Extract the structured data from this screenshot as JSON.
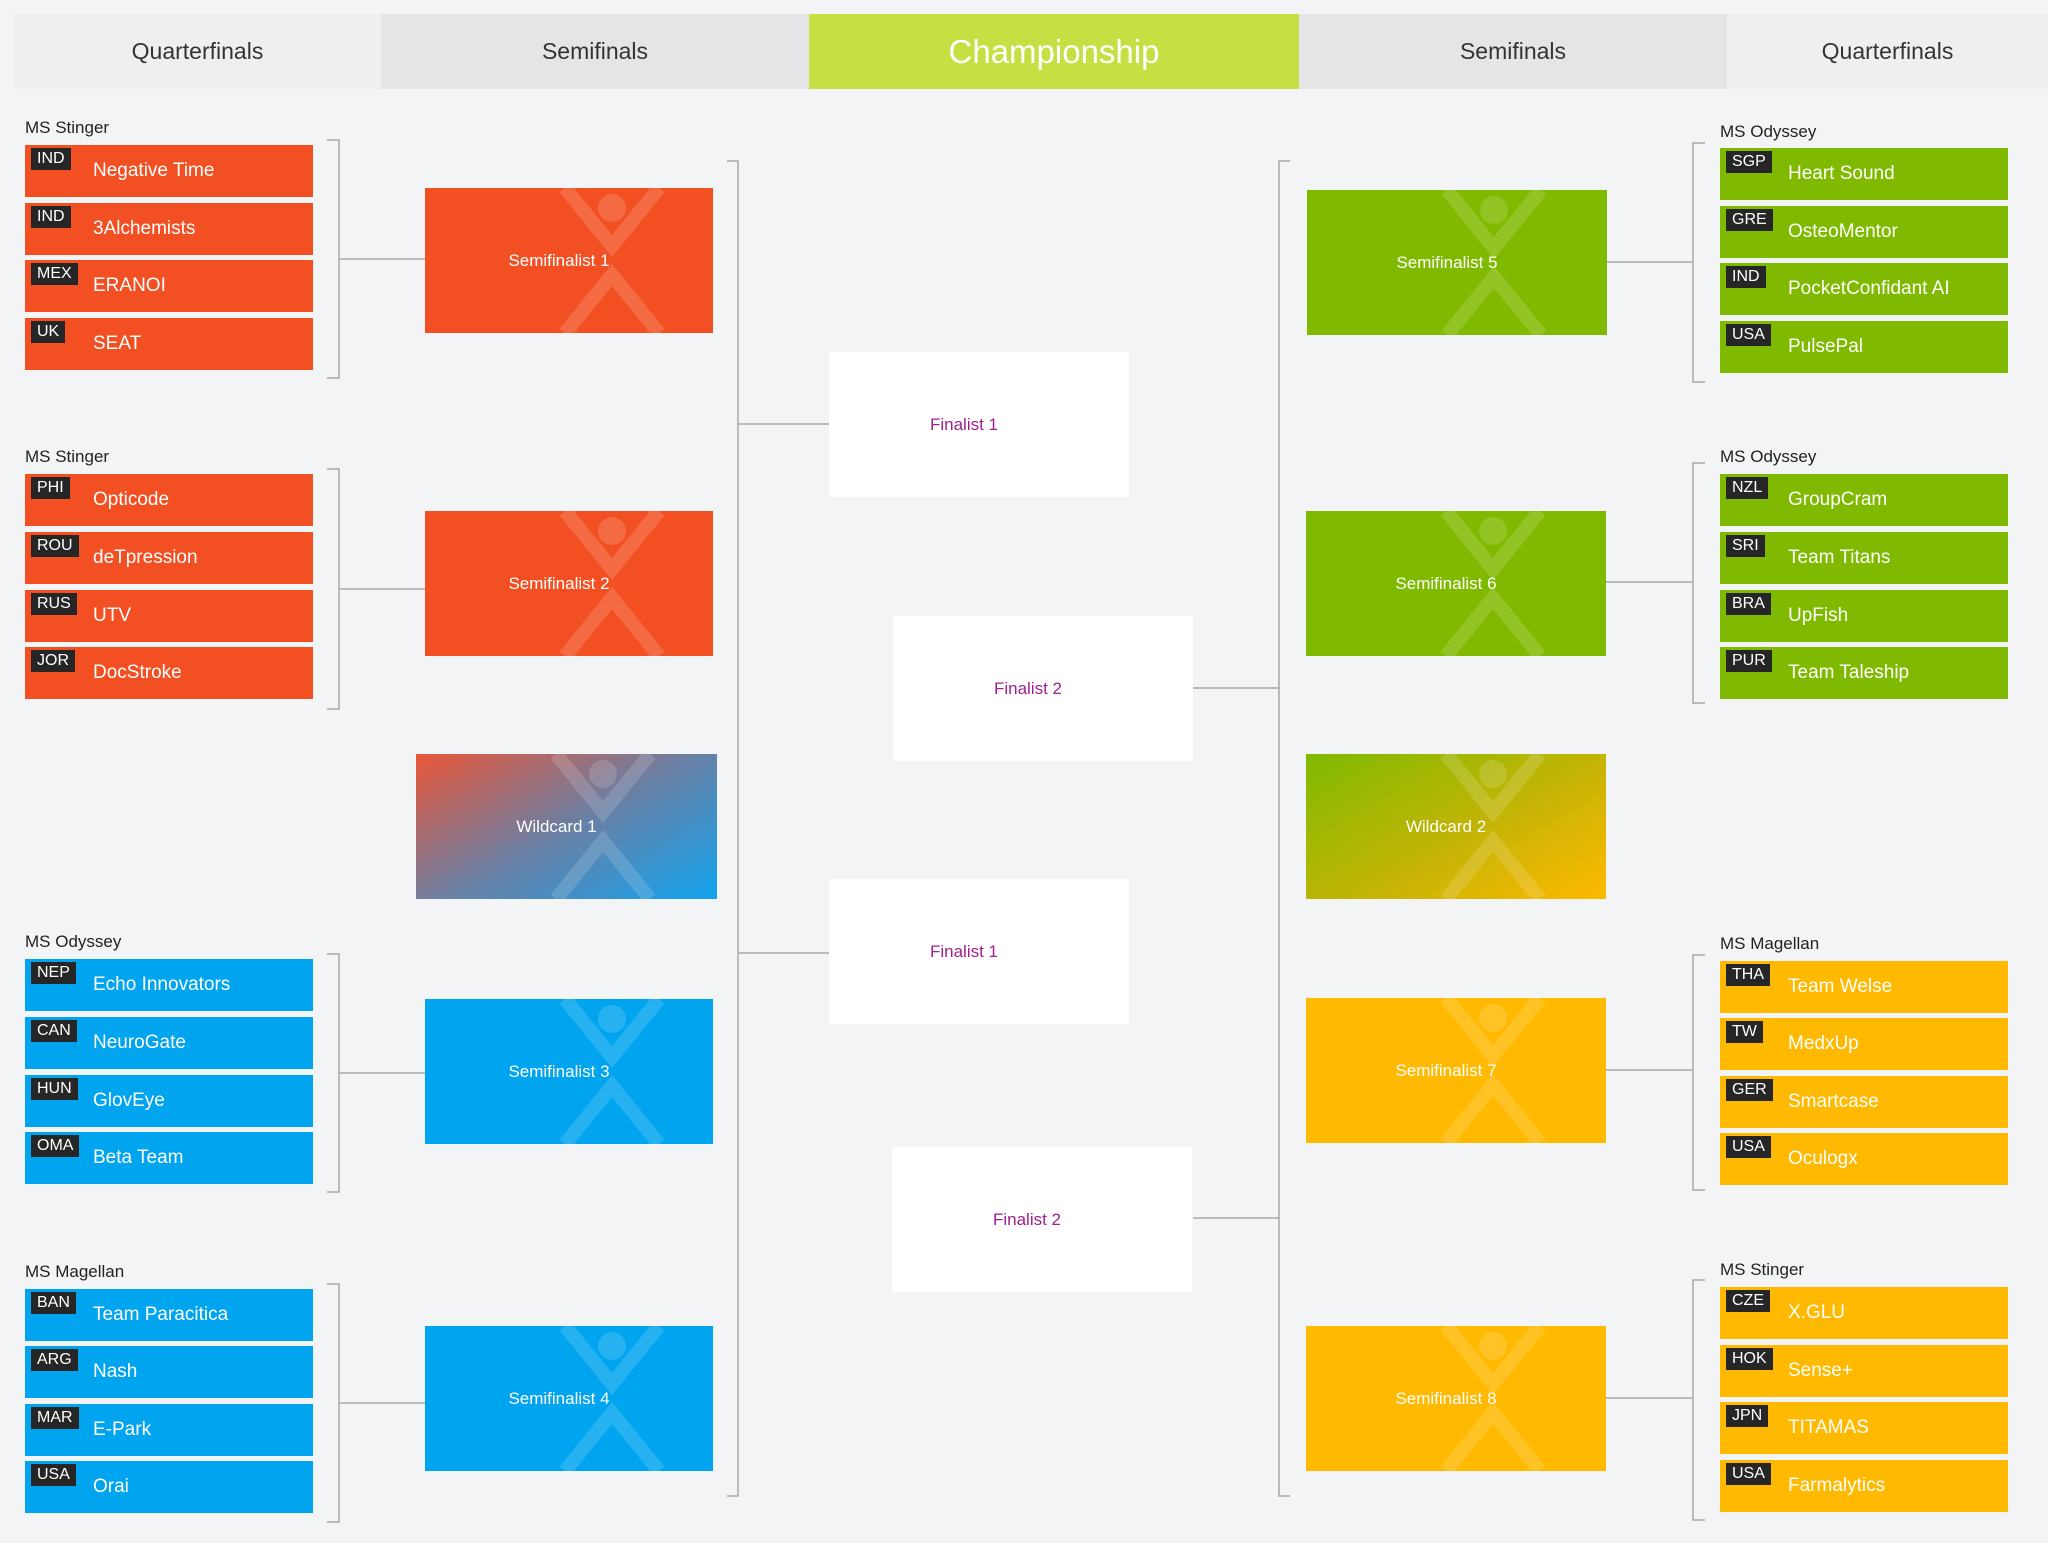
{
  "header": {
    "left_quarterfinals": "Quarterfinals",
    "left_semifinals": "Semifinals",
    "championship": "Championship",
    "right_semifinals": "Semifinals",
    "right_quarterfinals": "Quarterfinals"
  },
  "groups": [
    {
      "label": "MS Stinger",
      "color": "#f25022",
      "teams": [
        {
          "code": "IND",
          "name": "Negative Time"
        },
        {
          "code": "IND",
          "name": "3Alchemists"
        },
        {
          "code": "MEX",
          "name": "ERANOI"
        },
        {
          "code": "UK",
          "name": "SEAT"
        }
      ]
    },
    {
      "label": "MS Stinger",
      "color": "#f25022",
      "teams": [
        {
          "code": "PHI",
          "name": "Opticode"
        },
        {
          "code": "ROU",
          "name": "deTpression"
        },
        {
          "code": "RUS",
          "name": "UTV"
        },
        {
          "code": "JOR",
          "name": "DocStroke"
        }
      ]
    },
    {
      "label": "MS Odyssey",
      "color": "#00a4ef",
      "teams": [
        {
          "code": "NEP",
          "name": "Echo Innovators"
        },
        {
          "code": "CAN",
          "name": "NeuroGate"
        },
        {
          "code": "HUN",
          "name": "GlovEye"
        },
        {
          "code": "OMA",
          "name": "Beta Team"
        }
      ]
    },
    {
      "label": "MS Magellan",
      "color": "#00a4ef",
      "teams": [
        {
          "code": "BAN",
          "name": "Team Paracitica"
        },
        {
          "code": "ARG",
          "name": "Nash"
        },
        {
          "code": "MAR",
          "name": "E-Park"
        },
        {
          "code": "USA",
          "name": "Orai"
        }
      ]
    },
    {
      "label": "MS Odyssey",
      "color": "#7fba00",
      "teams": [
        {
          "code": "SGP",
          "name": "Heart Sound"
        },
        {
          "code": "GRE",
          "name": "OsteoMentor"
        },
        {
          "code": "IND",
          "name": "PocketConfidant AI"
        },
        {
          "code": "USA",
          "name": "PulsePal"
        }
      ]
    },
    {
      "label": "MS Odyssey",
      "color": "#7fba00",
      "teams": [
        {
          "code": "NZL",
          "name": "GroupCram"
        },
        {
          "code": "SRI",
          "name": "Team Titans"
        },
        {
          "code": "BRA",
          "name": "UpFish"
        },
        {
          "code": "PUR",
          "name": "Team Taleship"
        }
      ]
    },
    {
      "label": "MS Magellan",
      "color": "#ffb900",
      "teams": [
        {
          "code": "THA",
          "name": "Team Welse"
        },
        {
          "code": "TW",
          "name": "MedxUp"
        },
        {
          "code": "GER",
          "name": "Smartcase"
        },
        {
          "code": "USA",
          "name": "Oculogx"
        }
      ]
    },
    {
      "label": "MS Stinger",
      "color": "#ffb900",
      "teams": [
        {
          "code": "CZE",
          "name": "X.GLU"
        },
        {
          "code": "HOK",
          "name": "Sense+"
        },
        {
          "code": "JPN",
          "name": "TITAMAS"
        },
        {
          "code": "USA",
          "name": "Farmalytics"
        }
      ]
    }
  ],
  "semifinalists": [
    "Semifinalist 1",
    "Semifinalist 2",
    "Semifinalist 3",
    "Semifinalist 4",
    "Semifinalist 5",
    "Semifinalist 6",
    "Semifinalist 7",
    "Semifinalist 8"
  ],
  "wildcards": [
    "Wildcard 1",
    "Wildcard 2"
  ],
  "finalists": [
    "Finalist 1",
    "Finalist 2",
    "Finalist 1",
    "Finalist 2"
  ]
}
